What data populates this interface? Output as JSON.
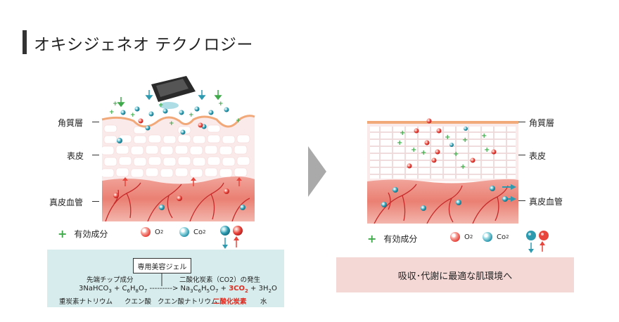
{
  "title": "オキシジェネオ テクノロジー",
  "layers": {
    "stratum_corneum": "角質層",
    "epidermis": "表皮",
    "dermis_vessels": "真皮血管"
  },
  "legend": {
    "active": "有効成分",
    "o2_symbol": "O",
    "o2_sub": "2",
    "co2_symbol": "Co",
    "co2_sub": "2"
  },
  "formula": {
    "gel": "専用美容ジェル",
    "tip_component": "先端チップ成分",
    "co2_generation": "二酸化炭素（CO2）の発生",
    "eq_reactant1": "3NaHCO",
    "eq_reactant1_sub": "3",
    "eq_plus1": " + C",
    "eq_c_sub": "6",
    "eq_h": "H",
    "eq_h_sub": "8",
    "eq_o": "O",
    "eq_o_sub": "7",
    "eq_arrow": " ---------> Na",
    "eq_na_sub": "3",
    "eq_c2": "C",
    "eq_c2_sub": "6",
    "eq_h2": "H",
    "eq_h2_sub": "5",
    "eq_o2": "O",
    "eq_o2_sub": "7",
    "eq_plus2": " + ",
    "eq_co2": "3CO",
    "eq_co2_sub": "2",
    "eq_plus3": " + 3H",
    "eq_h2o_sub": "2",
    "eq_h2o_o": "O",
    "name1": "重炭素ナトリウム",
    "name2": "クエン酸",
    "name3": "クエン酸ナトリウム",
    "name4": "二酸化炭素",
    "name5": "水"
  },
  "result": "吸収･代謝に最適な肌環境へ",
  "colors": {
    "active_green": "#3fa94a",
    "o2_red": "#e8453c",
    "co2_teal": "#2d9ab0",
    "highlight_red": "#e02b20",
    "formula_bg": "#d7ecec",
    "result_bg": "#f4d8d6",
    "arrow_gray": "#aaaaaa"
  }
}
